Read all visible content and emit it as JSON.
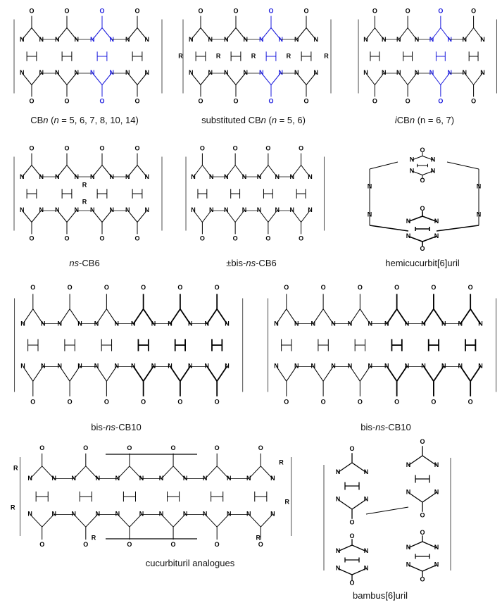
{
  "colors": {
    "bond": "#000000",
    "highlight": "#1a1adc"
  },
  "structures": [
    {
      "id": "cbn",
      "caption_pre": "CB",
      "caption_italic": "n",
      "caption_post": " (",
      "caption_italic2": "n",
      "caption_post2": " = 5, 6, 7, 8, 10, 14)"
    },
    {
      "id": "substituted-cbn",
      "caption_pre": "substituted CB",
      "caption_italic": "n",
      "caption_post": " (",
      "caption_italic2": "n",
      "caption_post2": " = 5, 6)"
    },
    {
      "id": "icbn",
      "caption_pre": "",
      "caption_italic": "i",
      "caption_post": "CB",
      "caption_italic2": "n",
      "caption_post2": " (n = 6, 7)"
    },
    {
      "id": "ns-cb6",
      "caption_pre": "",
      "caption_italic": "ns",
      "caption_post": "-CB6"
    },
    {
      "id": "bis-ns-cb6",
      "caption_pre": "±bis-",
      "caption_italic": "ns",
      "caption_post": "-CB6"
    },
    {
      "id": "hemicucurbituril",
      "caption_pre": "hemicucurbit[6]uril"
    },
    {
      "id": "bis-ns-cb10-a",
      "caption_pre": "bis-",
      "caption_italic": "ns",
      "caption_post": "-CB10"
    },
    {
      "id": "bis-ns-cb10-b",
      "caption_pre": "bis-",
      "caption_italic": "ns",
      "caption_post": "-CB10"
    },
    {
      "id": "cucurbituril-analogues",
      "caption_pre": "cucurbituril analogues"
    },
    {
      "id": "bambusuril",
      "caption_pre": "bambus[6]uril"
    }
  ]
}
